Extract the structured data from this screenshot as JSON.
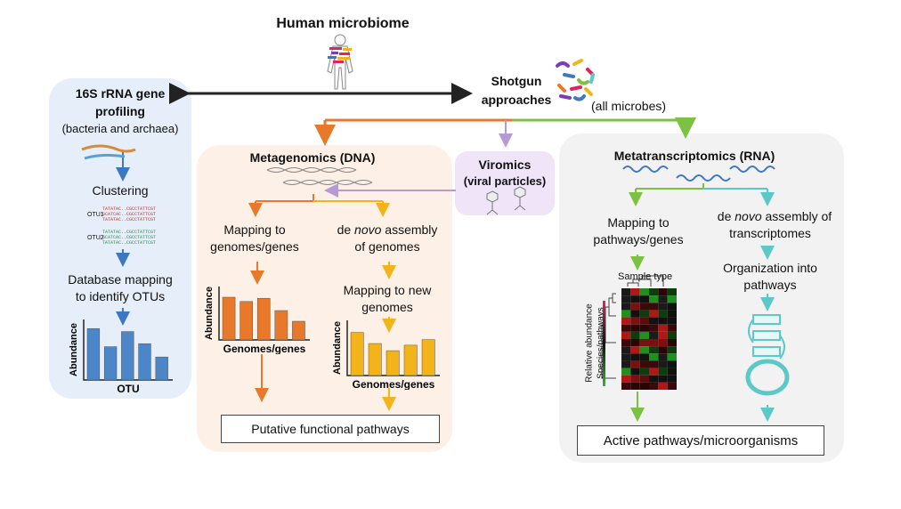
{
  "title": "Human microbiome",
  "shotgun": {
    "line1": "Shotgun",
    "line2": "approaches",
    "note": "(all microbes)"
  },
  "rrna": {
    "title_line1": "16S rRNA gene",
    "title_line2": "profiling",
    "subtitle": "(bacteria and archaea)",
    "step1": "Clustering",
    "otu_tags": [
      "OTU1",
      "OTU2"
    ],
    "step2_line1": "Database mapping",
    "step2_line2": "to identify OTUs",
    "chart": {
      "ylabel": "Abundance",
      "xlabel": "OTU",
      "values": [
        0.85,
        0.55,
        0.8,
        0.6,
        0.38
      ],
      "color": "#4a86c8"
    }
  },
  "metagenomics": {
    "title": "Metagenomics (DNA)",
    "left_line1": "Mapping to",
    "left_line2": "genomes/genes",
    "right_pre": "de ",
    "right_italic": "novo",
    "right_post": " assembly",
    "right_line2": "of genomes",
    "right_step_line1": "Mapping to new",
    "right_step_line2": "genomes",
    "chart_left": {
      "ylabel": "Abundance",
      "xlabel": "Genomes/genes",
      "values": [
        0.8,
        0.72,
        0.78,
        0.55,
        0.35
      ],
      "color": "#e8782a"
    },
    "chart_right": {
      "ylabel": "Abundance",
      "xlabel": "Genomes/genes",
      "values": [
        0.78,
        0.58,
        0.45,
        0.55,
        0.65
      ],
      "color": "#f2b418"
    },
    "result": "Putative functional pathways"
  },
  "viromics": {
    "line1": "Viromics",
    "line2": "(viral particles)"
  },
  "metatranscriptomics": {
    "title": "Metatranscriptomics (RNA)",
    "left_line1": "Mapping to",
    "left_line2": "pathways/genes",
    "right_pre": "de ",
    "right_italic": "novo",
    "right_post": " assembly of",
    "right_line2": "transcriptomes",
    "right_step_line1": "Organization into",
    "right_step_line2": "pathways",
    "heatmap": {
      "xlabel": "Sample type",
      "ylabel1": "Relative abundance",
      "ylabel2": "Species/pathways"
    },
    "result": "Active pathways/microorganisms"
  },
  "colors": {
    "orange": "#e8782a",
    "green": "#7cc242",
    "purple": "#b59ad6",
    "teal": "#5cc8c8",
    "blue": "#3d78c4",
    "yellow": "#f2b418"
  }
}
